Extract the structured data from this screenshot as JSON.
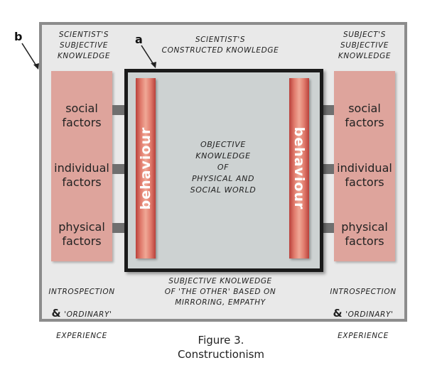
{
  "markers": {
    "outer": "b",
    "inner": "a"
  },
  "outer": {
    "top_left": "SCIENTIST'S\nSUBJECTIVE\nKNOWLEDGE",
    "top_center": "SCIENTIST'S\nCONSTRUCTED KNOWLEDGE",
    "top_right": "SUBJECT'S\nSUBJECTIVE\nKNOWLEDGE",
    "bottom_left": {
      "line1": "INTROSPECTION",
      "amp": "&",
      "line2": "'ORDINARY'",
      "line3": "EXPERIENCE"
    },
    "bottom_center": "SUBJECTIVE KNOLWEDGE\nOF 'THE OTHER' BASED ON\nMIRRORING, EMPATHY",
    "bottom_right": {
      "line1": "INTROSPECTION",
      "amp": "&",
      "line2": "'ORDINARY'",
      "line3": "EXPERIENCE"
    }
  },
  "factors_left": [
    "social\nfactors",
    "individual\nfactors",
    "physical\nfactors"
  ],
  "factors_right": [
    "social\nfactors",
    "individual\nfactors",
    "physical\nfactors"
  ],
  "inner": {
    "center_text": "OBJECTIVE\nKNOWLEDGE\nOF\nPHYSICAL AND\nSOCIAL WORLD",
    "bar_left": "behaviour",
    "bar_right": "behaviour"
  },
  "caption": {
    "line1": "Figure 3.",
    "line2": "Constructionism"
  },
  "colors": {
    "panel": "#dea49c",
    "bar": "#e07a6c",
    "outer_border": "#8c8c8c",
    "inner_border": "#1a1a1a"
  }
}
